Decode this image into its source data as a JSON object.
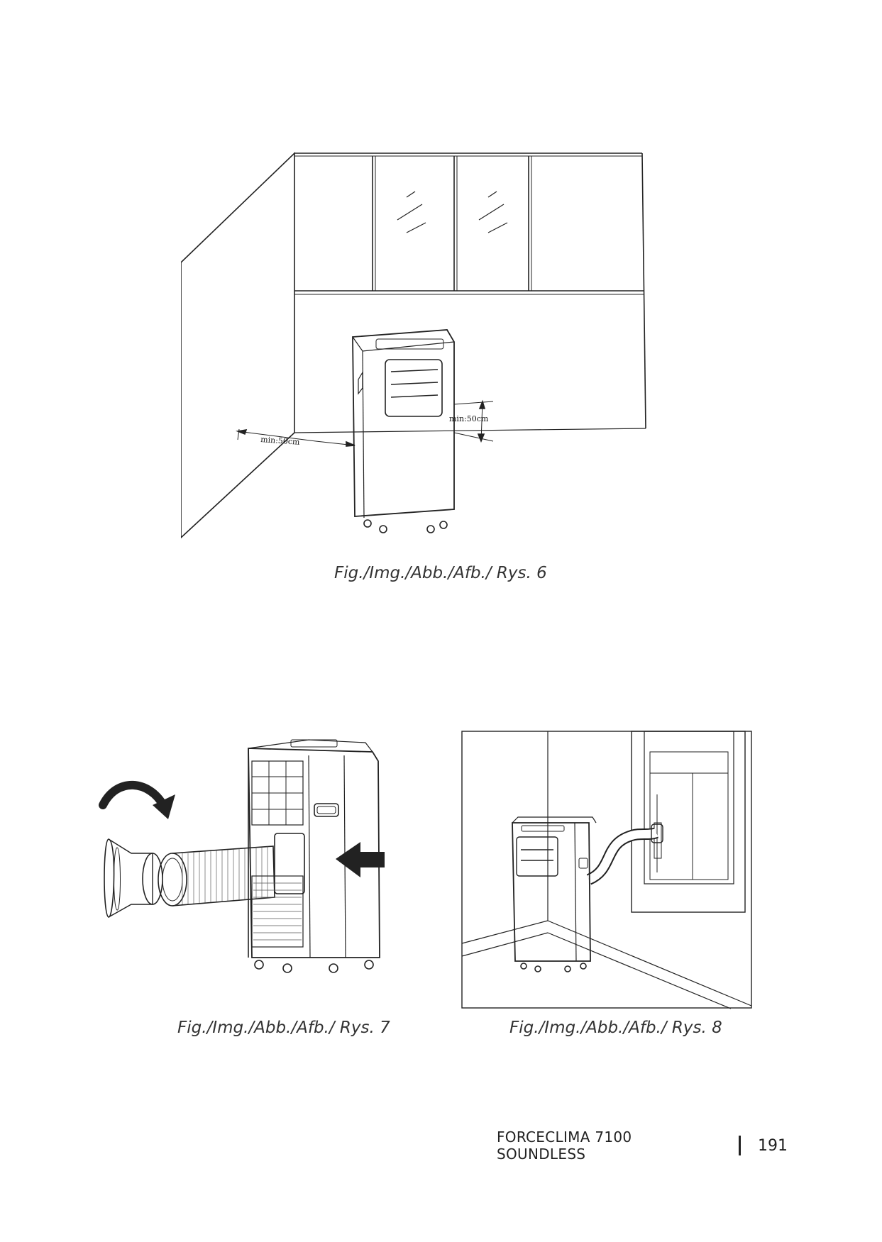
{
  "figures": [
    {
      "id": "fig6",
      "caption": "Fig./Img./Abb./Afb./ Rys. 6",
      "labels": {
        "clearance_side": "min:50cm",
        "clearance_back": "min:50cm"
      }
    },
    {
      "id": "fig7",
      "caption": "Fig./Img./Abb./Afb./ Rys. 7"
    },
    {
      "id": "fig8",
      "caption": "Fig./Img./Abb./Afb./ Rys. 8"
    }
  ],
  "footer": {
    "product": "FORCECLIMA 7100 SOUNDLESS",
    "page_number": "191"
  }
}
